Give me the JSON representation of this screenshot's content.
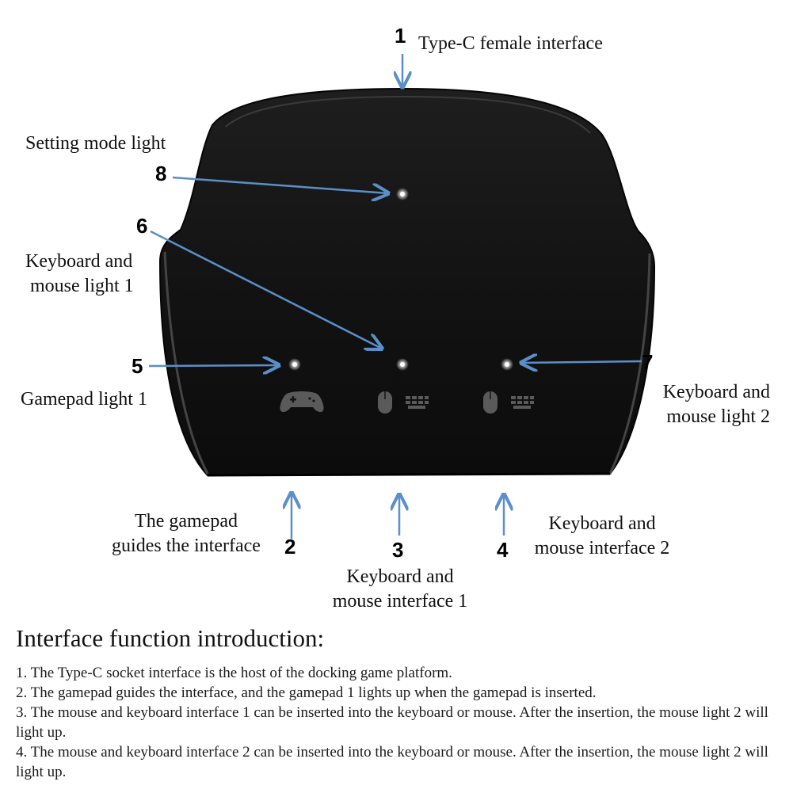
{
  "labels": {
    "n1": "1",
    "type_c": "Type-C female interface",
    "setting_mode": "Setting mode light",
    "n8": "8",
    "n6": "6",
    "kb_mouse_light_1": [
      "Keyboard and",
      "mouse light 1"
    ],
    "n5": "5",
    "gamepad_light_1": "Gamepad light 1",
    "n7": "7",
    "kb_mouse_light_2": [
      "Keyboard and",
      "mouse light 2"
    ],
    "gamepad_guides": [
      "The gamepad",
      "guides the interface"
    ],
    "n2": "2",
    "n3": "3",
    "kb_mouse_interface_1": [
      "Keyboard and",
      "mouse interface 1"
    ],
    "n4": "4",
    "kb_mouse_interface_2": [
      "Keyboard and",
      "mouse interface 2"
    ]
  },
  "icons": {
    "gamepad": "gamepad-icon",
    "mouse_1": "mouse-icon",
    "keyboard_1": "keyboard-icon",
    "mouse_2": "mouse-icon",
    "keyboard_2": "keyboard-icon"
  },
  "colors": {
    "device_body": "#141414",
    "arrow": "#5b8fc9",
    "led": "#ffffff",
    "icon_grey": "#5a5a5a"
  },
  "intro": {
    "title": "Interface function introduction:",
    "items": [
      "1. The Type-C socket interface is the host of the docking game platform.",
      "2. The gamepad guides the interface, and the gamepad 1 lights up when the gamepad is inserted.",
      "3. The mouse and keyboard interface 1 can be inserted into the keyboard or mouse. After the insertion, the mouse light 2 will light up.",
      "4. The mouse and keyboard interface 2 can be inserted into the keyboard or mouse. After the insertion, the mouse light 2 will light up."
    ]
  }
}
